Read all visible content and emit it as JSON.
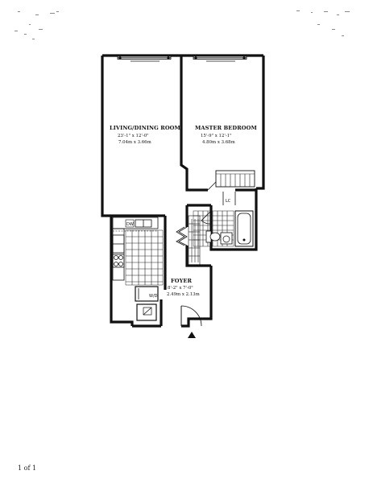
{
  "rooms": {
    "living_dining": {
      "name": "LIVING/DINING ROOM",
      "dim_imperial": "23'-1\" x 12'-0\"",
      "dim_metric": "7.04m x 3.66m"
    },
    "master_bedroom": {
      "name": "MASTER BEDROOM",
      "dim_imperial": "15'-9\" x 12'-1\"",
      "dim_metric": "4.80m x 3.68m"
    },
    "foyer": {
      "name": "FOYER",
      "dim_imperial": "8'-2\" x 7'-0\"",
      "dim_metric": "2.49m x 2.13m"
    }
  },
  "fixtures": {
    "linen_closet": "LC",
    "dishwasher": "DW",
    "washer_dryer": "W/D"
  },
  "page_number": "1 of 1"
}
